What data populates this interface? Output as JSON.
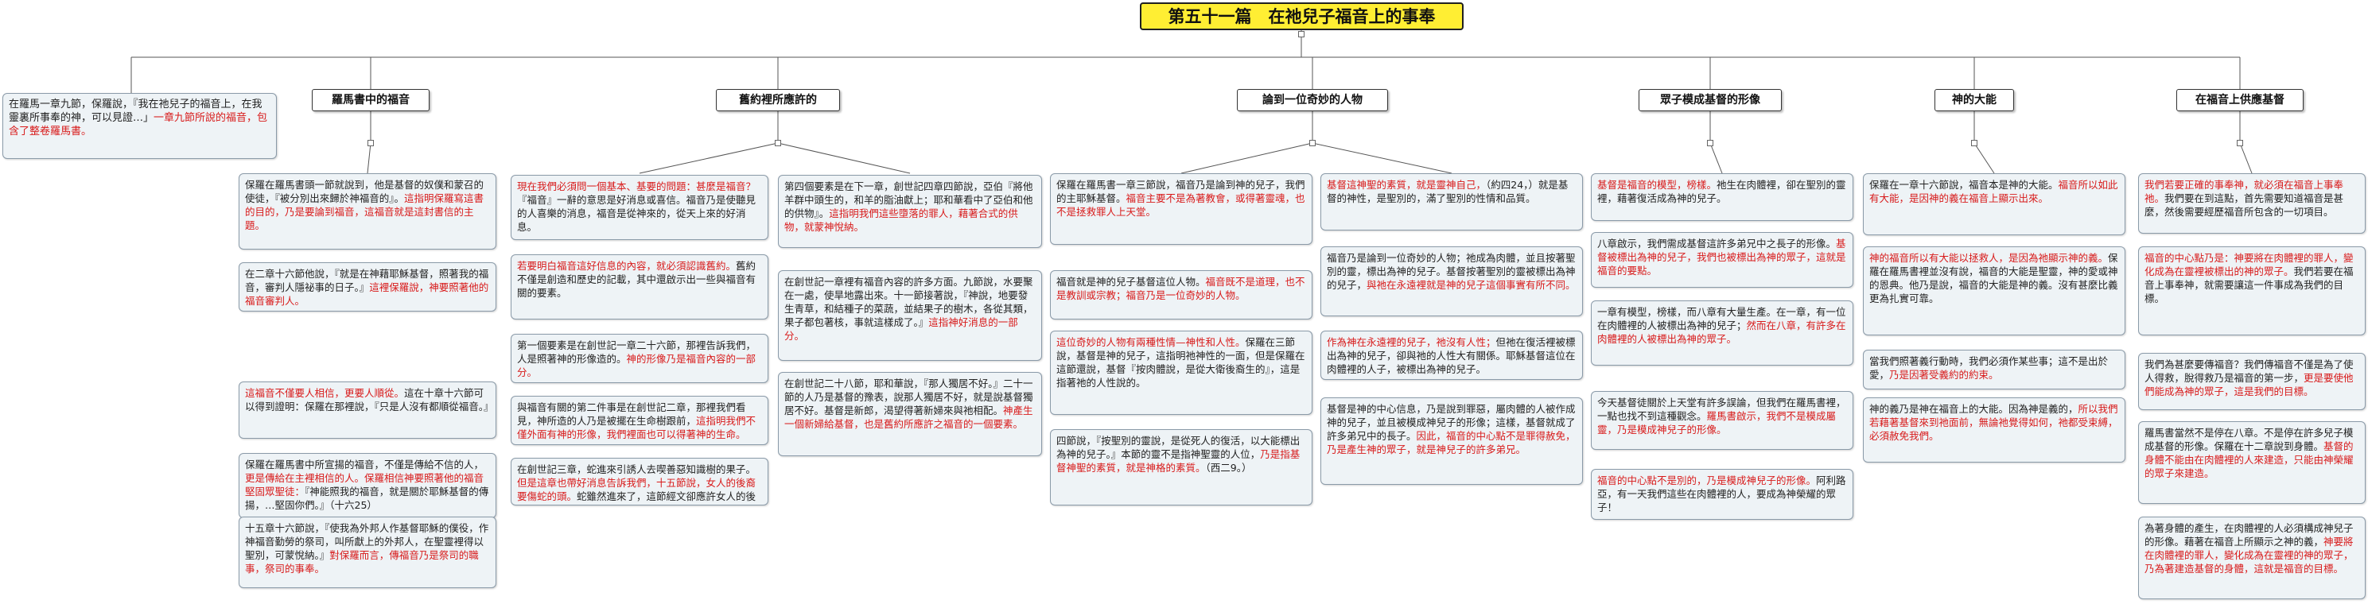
{
  "root": {
    "title": "第五十一篇　在祂兒子福音上的事奉"
  },
  "intro": {
    "text": "在羅馬一章九節，保羅說，『我在祂兒子的福音上，在我靈裏所事奉的神，可以見證…」",
    "red": "一章九節所說的福音，包含了整卷羅馬書。"
  },
  "branches": [
    {
      "label": "羅馬書中的福音"
    },
    {
      "label": "舊約裡所應許的"
    },
    {
      "label": "論到一位奇妙的人物"
    },
    {
      "label": "眾子模成基督的形像"
    },
    {
      "label": "神的大能"
    },
    {
      "label": "在福音上供應基督"
    }
  ],
  "notes": {
    "c1": [
      {
        "text": "保羅在羅馬書頭一節就說到，他是基督的奴僕和蒙召的使徒，『被分別出來歸於神福音的』。",
        "red": "這指明保羅寫這書的目的，乃是要論到福音，這福音就是這封書信的主題。"
      },
      {
        "text": "在二章十六節他說，『就是在神藉耶穌基督，照著我的福音，審判人隱祕事的日子。』",
        "red": "這裡保羅說，神要照著他的福音審判人。"
      },
      {
        "red": "這福音不僅要人相信，更要人順從。",
        "text": "這在十章十六節可以得到證明：保羅在那裡說，『只是人沒有都順從福音。』"
      },
      {
        "text": "保羅在羅馬書中所宣揚的福音，不僅是傳給不信的人，",
        "red": "更是傳給在主裡相信的人。保羅相信神要照著他的福音堅固眾聖徒：",
        "tail": "『神能照我的福音，就是關於耶穌基督的傳揚，…堅固你們。』（十六25）"
      },
      {
        "text": "十五章十六節說，『使我為外邦人作基督耶穌的僕役，作神福音勤勞的祭司，叫所獻上的外邦人，在聖靈裡得以聖別，可蒙悅納。』",
        "red": "對保羅而言，傳福音乃是祭司的職事，祭司的事奉。"
      }
    ],
    "c2": [
      {
        "red": "現在我們必須問一個基本、基要的問題：甚麼是福音？",
        "text": "『福音』一辭的意思是好消息或喜信。福音乃是使聽見的人喜樂的消息，福音是從神來的，從天上來的好消息。"
      },
      {
        "red": "若要明白福音這好信息的內容，就必須認識舊約。",
        "text": "舊約不僅是創造和歷史的記載，其中還啟示出一些與福音有關的要素。"
      },
      {
        "text": "第一個要素是在創世記一章二十六節，那裡告訴我們，人是照著神的形像造的。",
        "red": "神的形像乃是福音內容的一部分。"
      },
      {
        "text": "與福音有關的第二件事是在創世記二章，那裡我們看見，神所造的人乃是被擺在生命樹跟前，",
        "red": "這指明我們不僅外面有神的形像，我們裡面也可以得著神的生命。"
      },
      {
        "text": "在創世記三章，蛇進來引誘人去喫善惡知識樹的果子。",
        "red": "但是這章也帶好消息告訴我們，十五節說，女人的後裔要傷蛇的頭。",
        "tail": "蛇雖然進來了，這節經文卻應許女人的後裔要來對付蛇。"
      }
    ],
    "c3": [
      {
        "text": "第四個要素是在下一章，創世記四章四節說，亞伯『將他羊群中頭生的，和羊的脂油獻上；耶和華看中了亞伯和他的供物』。",
        "red": "這指明我們這些墮落的罪人，藉著合式的供物，就蒙神悅納。"
      },
      {
        "text": "在創世記一章裡有福音內容的許多方面。九節說，水要聚在一處，使旱地露出來。十一節接著說，『神說，地要發生青草，和結種子的菜蔬，並結果子的樹木，各從其類，果子都包著核，事就這樣成了。』",
        "red": "這指神好消息的一部分。"
      },
      {
        "text": "在創世記二十八節，耶和華說，『那人獨居不好。』二十一節的人乃是基督的豫表，說那人獨居不好，就是說基督獨居不好。基督是新郎，渴望得著新婦來與祂相配。",
        "red": "神產生一個新婦給基督，也是舊約所應許之福音的一個要素。"
      }
    ],
    "c4": [
      {
        "text": "保羅在羅馬書一章三節說，福音乃是論到神的兒子，我們的主耶穌基督。",
        "red": "福音主要不是為著教會，或得著靈魂，也不是拯救罪人上天堂。"
      },
      {
        "text": "福音就是神的兒子基督這位人物。",
        "red": "福音既不是道理，也不是教訓或宗教；福音乃是一位奇妙的人物。"
      },
      {
        "red": "這位奇妙的人物有兩種性情—神性和人性。",
        "text": "保羅在三節說，基督是神的兒子，這指明祂神性的一面，但是保羅在這節還說，基督『按肉體說，是從大衛後裔生的』，這是指著祂的人性說的。"
      },
      {
        "text": "四節說，『按聖別的靈說，是從死人的復活，以大能標出為神的兒子。』本節的靈不是指神聖靈的人位，",
        "red": "乃是指基督神聖的素質，就是神格的素質。",
        "tail": "（西二9。）"
      }
    ],
    "c5": [
      {
        "red": "基督這神聖的素質，就是靈神自己，",
        "text": "（約四24，）就是基督的神性，是聖別的，滿了聖別的性情和品質。"
      },
      {
        "text": "福音乃是論到一位奇妙的人物；祂成為肉體，並且按著聖別的靈，標出為神的兒子。基督按著聖別的靈被標出為神的兒子，",
        "red": "與祂在永遠裡就是神的兒子這個事實有所不同。"
      },
      {
        "red": "作為神在永遠裡的兒子，祂沒有人性；",
        "text": "但祂在復活裡被標出為神的兒子，卻與祂的人性大有關係。耶穌基督這位在肉體裡的人子，被標出為神的兒子。"
      },
      {
        "text": "基督是神的中心信息，乃是說到罪惡，屬肉體的人被作成神的兒子，並且被模成神兒子的形像；這樣，基督就成了許多弟兄中的長子。",
        "red": "因此，福音的中心點不是罪得赦免，乃是產生神的眾子，就是神兒子的許多弟兄。"
      }
    ],
    "c6": [
      {
        "red": "基督是福音的模型，榜樣。",
        "text": "祂生在肉體裡，卻在聖別的靈裡，藉著復活成為神的兒子。"
      },
      {
        "text": "八章啟示，我們需成基督這許多弟兄中之長子的形像。",
        "red": "基督被標出為神的兒子，我們也被標出為神的眾子，這就是福音的要點。"
      },
      {
        "text": "一章有模型，榜樣，而八章有大量生產。在一章，有一位在肉體裡的人被標出為神的兒子；",
        "red": "然而在八章，有許多在肉體裡的人被標出為神的眾子。"
      },
      {
        "text": "今天基督徒關於上天堂有許多誤論，但我們在羅馬書裡，一點也找不到這種觀念。",
        "red": "羅馬書啟示，我們不是模成屬靈，乃是模成神兒子的形像。"
      },
      {
        "red": "福音的中心點不是別的，乃是模成神兒子的形像。",
        "text": "阿利路亞，有一天我們這些在肉體裡的人，要成為神榮耀的眾子！"
      }
    ],
    "c7": [
      {
        "text": "保羅在一章十六節說，福音本是神的大能。",
        "red": "福音所以如此有大能，是因神的義在福音上顯示出來。"
      },
      {
        "red": "神的福音所以有大能以拯救人，是因為祂顯示神的義。",
        "text": "保羅在羅馬書裡並沒有說，福音的大能是聖靈，神的愛或神的恩典。他乃是說，福音的大能是神的義。沒有甚麼比義更為扎實可靠。"
      },
      {
        "text": "當我們照著義行動時，我們必須作某些事；這不是出於愛，",
        "red": "乃是因著受義約的約束。"
      },
      {
        "text": "神的義乃是神在福音上的大能。因為神是義的，",
        "red": "所以我們若藉著基督來到祂面前，無論祂覺得如何，祂都受束縛，必須赦免我們。"
      }
    ],
    "c8": [
      {
        "red": "我們若要正確的事奉神，就必須在福音上事奉祂。",
        "text": "我們要在到這點，首先需要知道福音是甚麼，然後需要經歷福音所包含的一切項目。"
      },
      {
        "red": "福音的中心點乃是：神要將在肉體裡的罪人，變化成為在靈裡被標出的神的眾子。",
        "text": "我們若要在福音上事奉神，就需要讓這一件事成為我們的目標。"
      },
      {
        "text": "我們為甚麼要傳福音？我們傳福音不僅是為了使人得救，脫得救乃是福音的第一步，",
        "red": "更是要使他們能成為神的眾子，這是我們的目標。"
      },
      {
        "text": "羅馬書當然不是停在八章。不是停在許多兒子模成基督的形像。保羅在十二章說到身體。",
        "red": "基督的身體不能由在肉體裡的人來建造，只能由神榮耀的眾子來建造。"
      },
      {
        "text": "為著身體的產生，在肉體裡的人必須構成神兒子的形像。藉著在福音上所顯示之神的義，",
        "red": "神要將在肉體裡的罪人，變化成為在靈裡的神的眾子，乃為著建造基督的身體，這就是福音的目標。"
      }
    ]
  }
}
